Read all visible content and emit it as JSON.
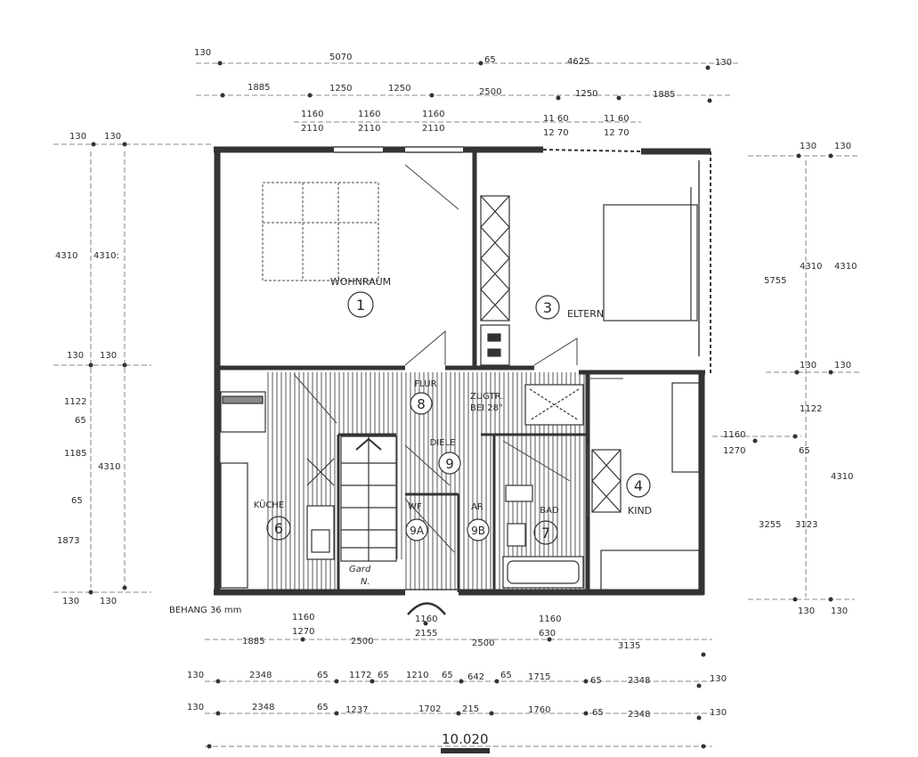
{
  "rooms": [
    {
      "id": "wohnraum",
      "name": "WOHNRAUM",
      "number": "1"
    },
    {
      "id": "eltern",
      "name": "ELTERN",
      "number": "3"
    },
    {
      "id": "kind",
      "name": "KIND",
      "number": "4"
    },
    {
      "id": "kueche",
      "name": "KÜCHE",
      "number": "6"
    },
    {
      "id": "bad",
      "name": "BAD",
      "number": "7"
    },
    {
      "id": "flur",
      "name": "FLUR",
      "number": "8"
    },
    {
      "id": "diele",
      "name": "DIELE",
      "number": "9"
    },
    {
      "id": "wf",
      "name": "WF",
      "number": "9A"
    },
    {
      "id": "ar",
      "name": "AR",
      "number": "9B"
    }
  ],
  "notes": {
    "zugtr1": "ZUGTR.",
    "zugtr2": "BEI 28°",
    "gard1": "Gard",
    "gard2": "N.",
    "behang": "BEHANG 36 mm",
    "total": "10.020"
  },
  "dims": {
    "top1": [
      "130",
      "5070",
      "65",
      "4625",
      "130"
    ],
    "top2": [
      "1885",
      "1250",
      "1250",
      "2500",
      "1250",
      "1885"
    ],
    "top_windows": [
      [
        "1160",
        "2110"
      ],
      [
        "1160",
        "2110"
      ],
      [
        "1160",
        "2110"
      ],
      [
        "11 60",
        "12 70"
      ],
      [
        "11 60",
        "12 70"
      ]
    ],
    "left": [
      "130",
      "130",
      "4310",
      "4310:",
      "130",
      "130",
      "1122",
      "65",
      "1185",
      "4310",
      "65",
      "1873",
      "130",
      "130"
    ],
    "right": [
      "130",
      "130",
      "5755",
      "4310",
      "4310",
      "130",
      "130",
      "1122",
      "1160",
      "1270",
      "65",
      "4310",
      "3255",
      "3123",
      "130",
      "130"
    ],
    "bottom_windows": [
      [
        "1160",
        "1270"
      ],
      [
        "1160",
        "2155"
      ],
      [
        "1160",
        "630"
      ]
    ],
    "bottom_row1": [
      "1885",
      "2500",
      "2500",
      "3135"
    ],
    "bottom_row2": [
      "130",
      "2348",
      "65",
      "1172",
      "65",
      "1210",
      "65",
      "642",
      "65",
      "1715",
      "65",
      "2348",
      "130"
    ],
    "bottom_row3": [
      "130",
      "2348",
      "65",
      "1237",
      "1702",
      "215",
      "1760",
      "65",
      "2348",
      "130"
    ]
  }
}
